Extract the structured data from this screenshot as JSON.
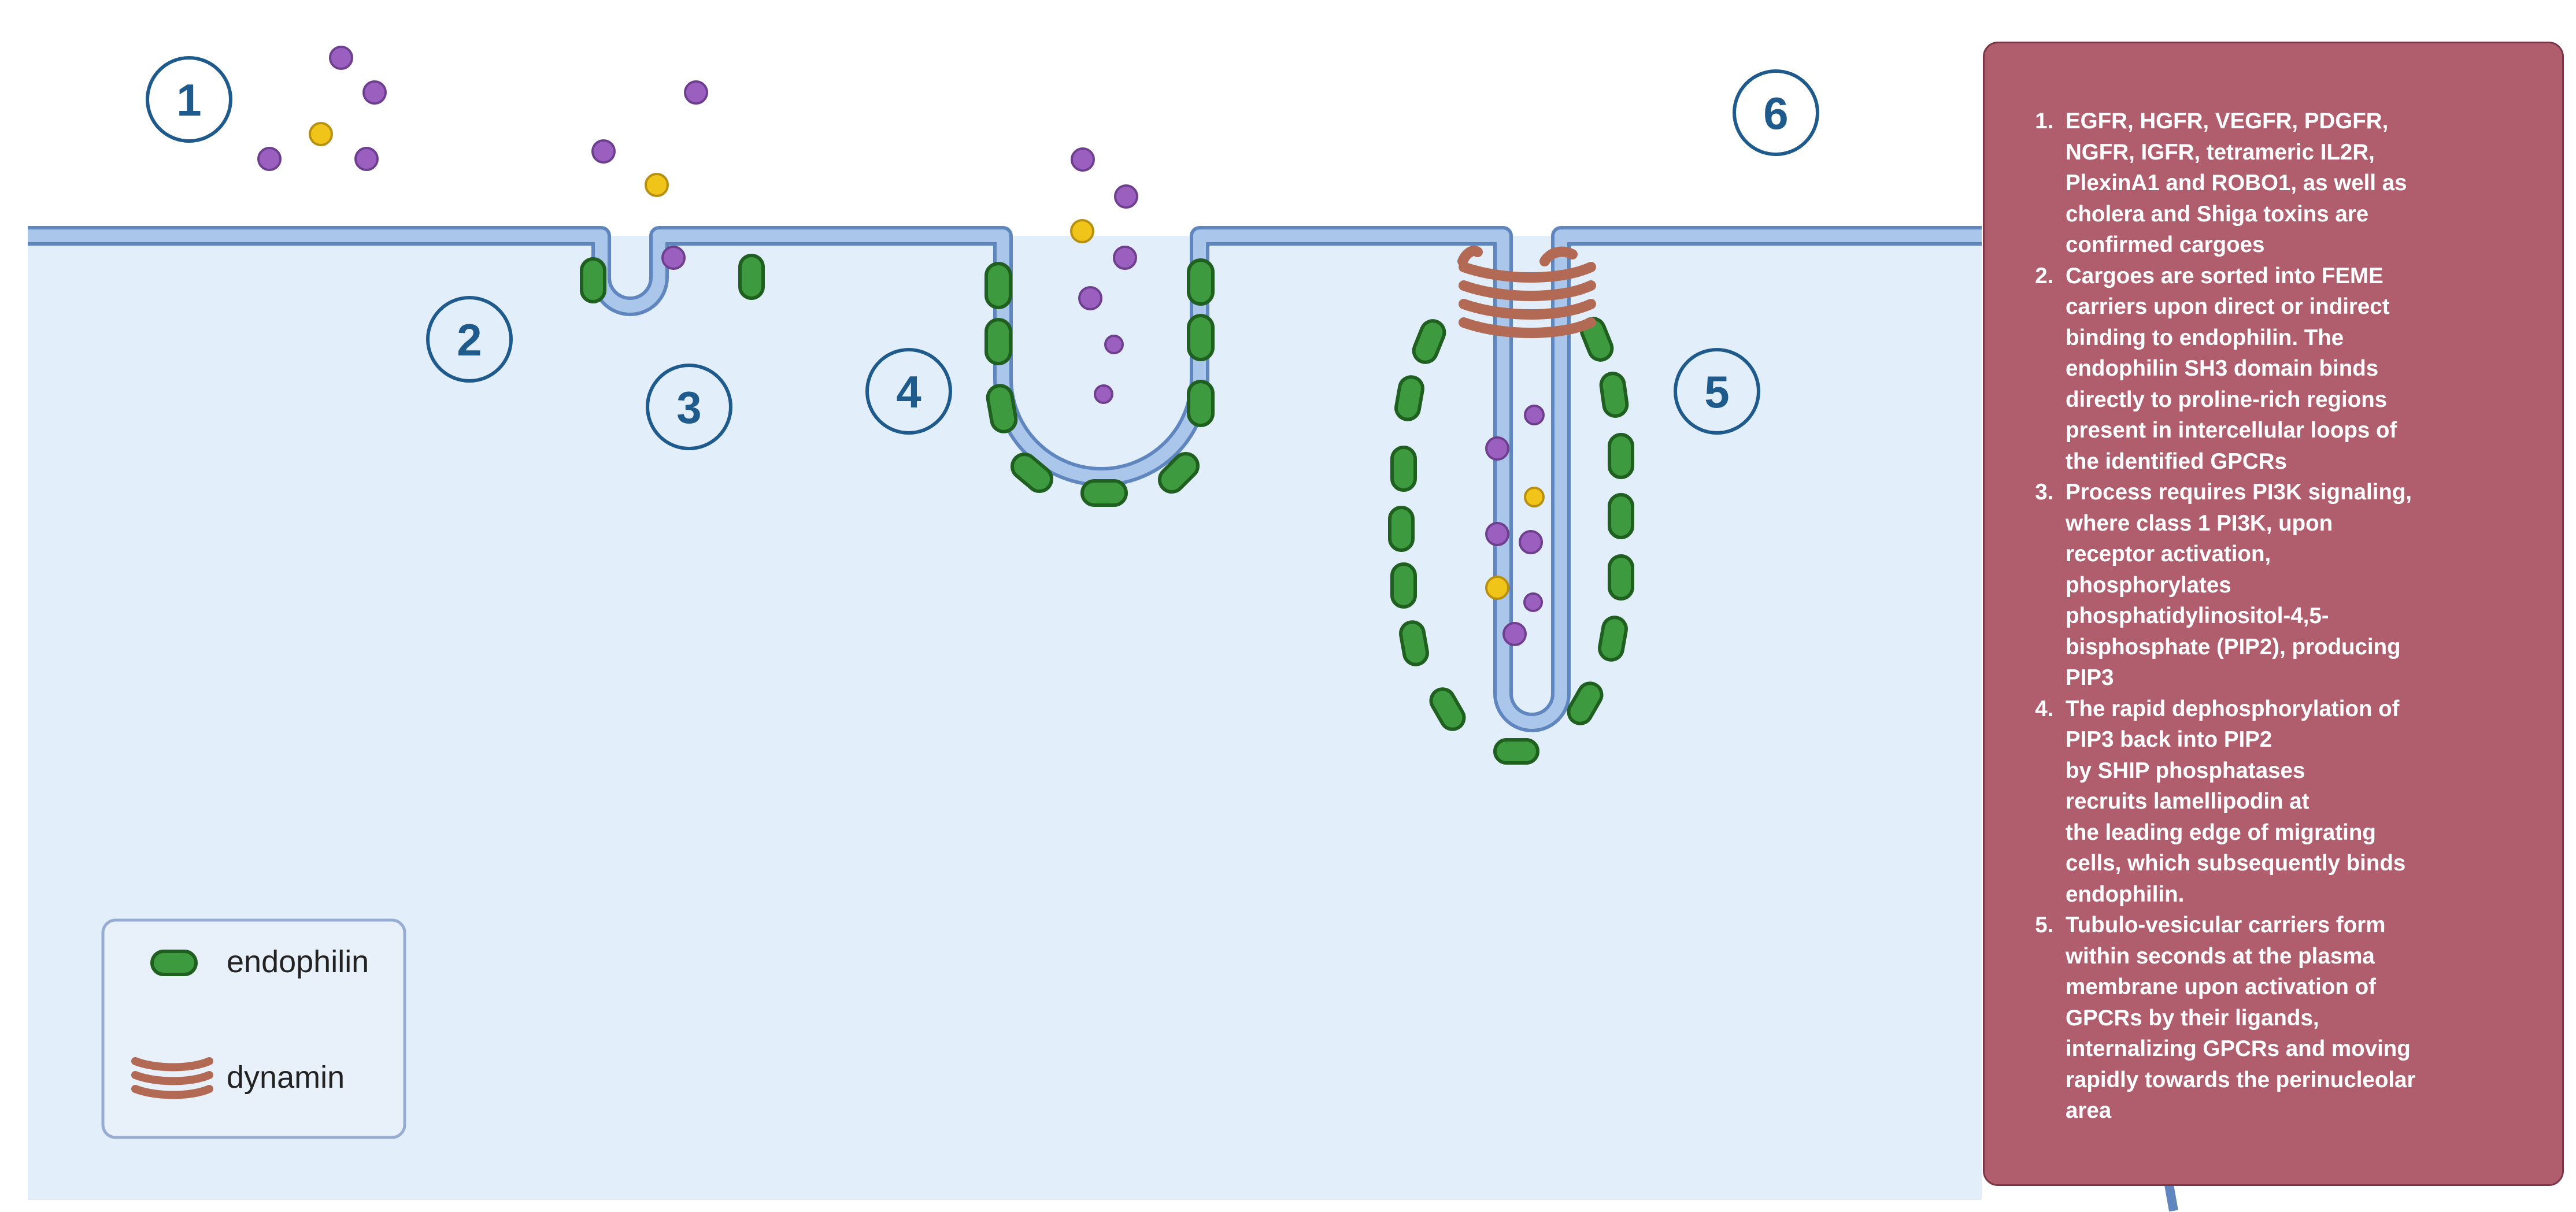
{
  "step_labels": [
    "1",
    "2",
    "3",
    "4",
    "5",
    "6"
  ],
  "legend": {
    "endophilin_label": "endophilin",
    "dynamin_label": "dynamin"
  },
  "info_items": [
    "EGFR, HGFR, VEGFR, PDGFR,\nNGFR, IGFR, tetrameric IL2R,\nPlexinA1 and ROBO1, as well as\ncholera and Shiga toxins are\nconfirmed cargoes",
    "Cargoes are sorted into FEME\ncarriers upon direct or indirect\nbinding to endophilin. The\nendophilin SH3 domain binds\ndirectly to proline-rich regions\npresent in intercellular loops of\nthe identified GPCRs",
    "Process requires PI3K signaling,\nwhere class 1 PI3K, upon\nreceptor activation,\nphosphorylates\nphosphatidylinositol-4,5-\nbisphosphate (PIP2), producing\nPIP3",
    "The rapid dephosphorylation of\nPIP3 back into PIP2\nby SHIP phosphatases\nrecruits lamellipodin at\nthe leading edge of migrating\ncells, which subsequently binds\nendophilin.",
    "Tubulo-vesicular carriers form\nwithin seconds at the plasma\nmembrane upon activation of\nGPCRs by their ligands,\ninternalizing GPCRs and moving\nrapidly towards the perinucleolar\narea"
  ],
  "colors": {
    "cytoplasm": "#e2eef9",
    "membrane_fill": "#aac6ea",
    "membrane_stroke": "#5f86bf",
    "endophilin_fill": "#3e9a3e",
    "endophilin_stroke": "#1f5f1f",
    "cargo_purple": "#9b5fc0",
    "cargo_yellow": "#f0c419",
    "dynamin": "#b36a55",
    "label_blue": "#1f5a8c",
    "panel_fill": "#b05e6e"
  }
}
